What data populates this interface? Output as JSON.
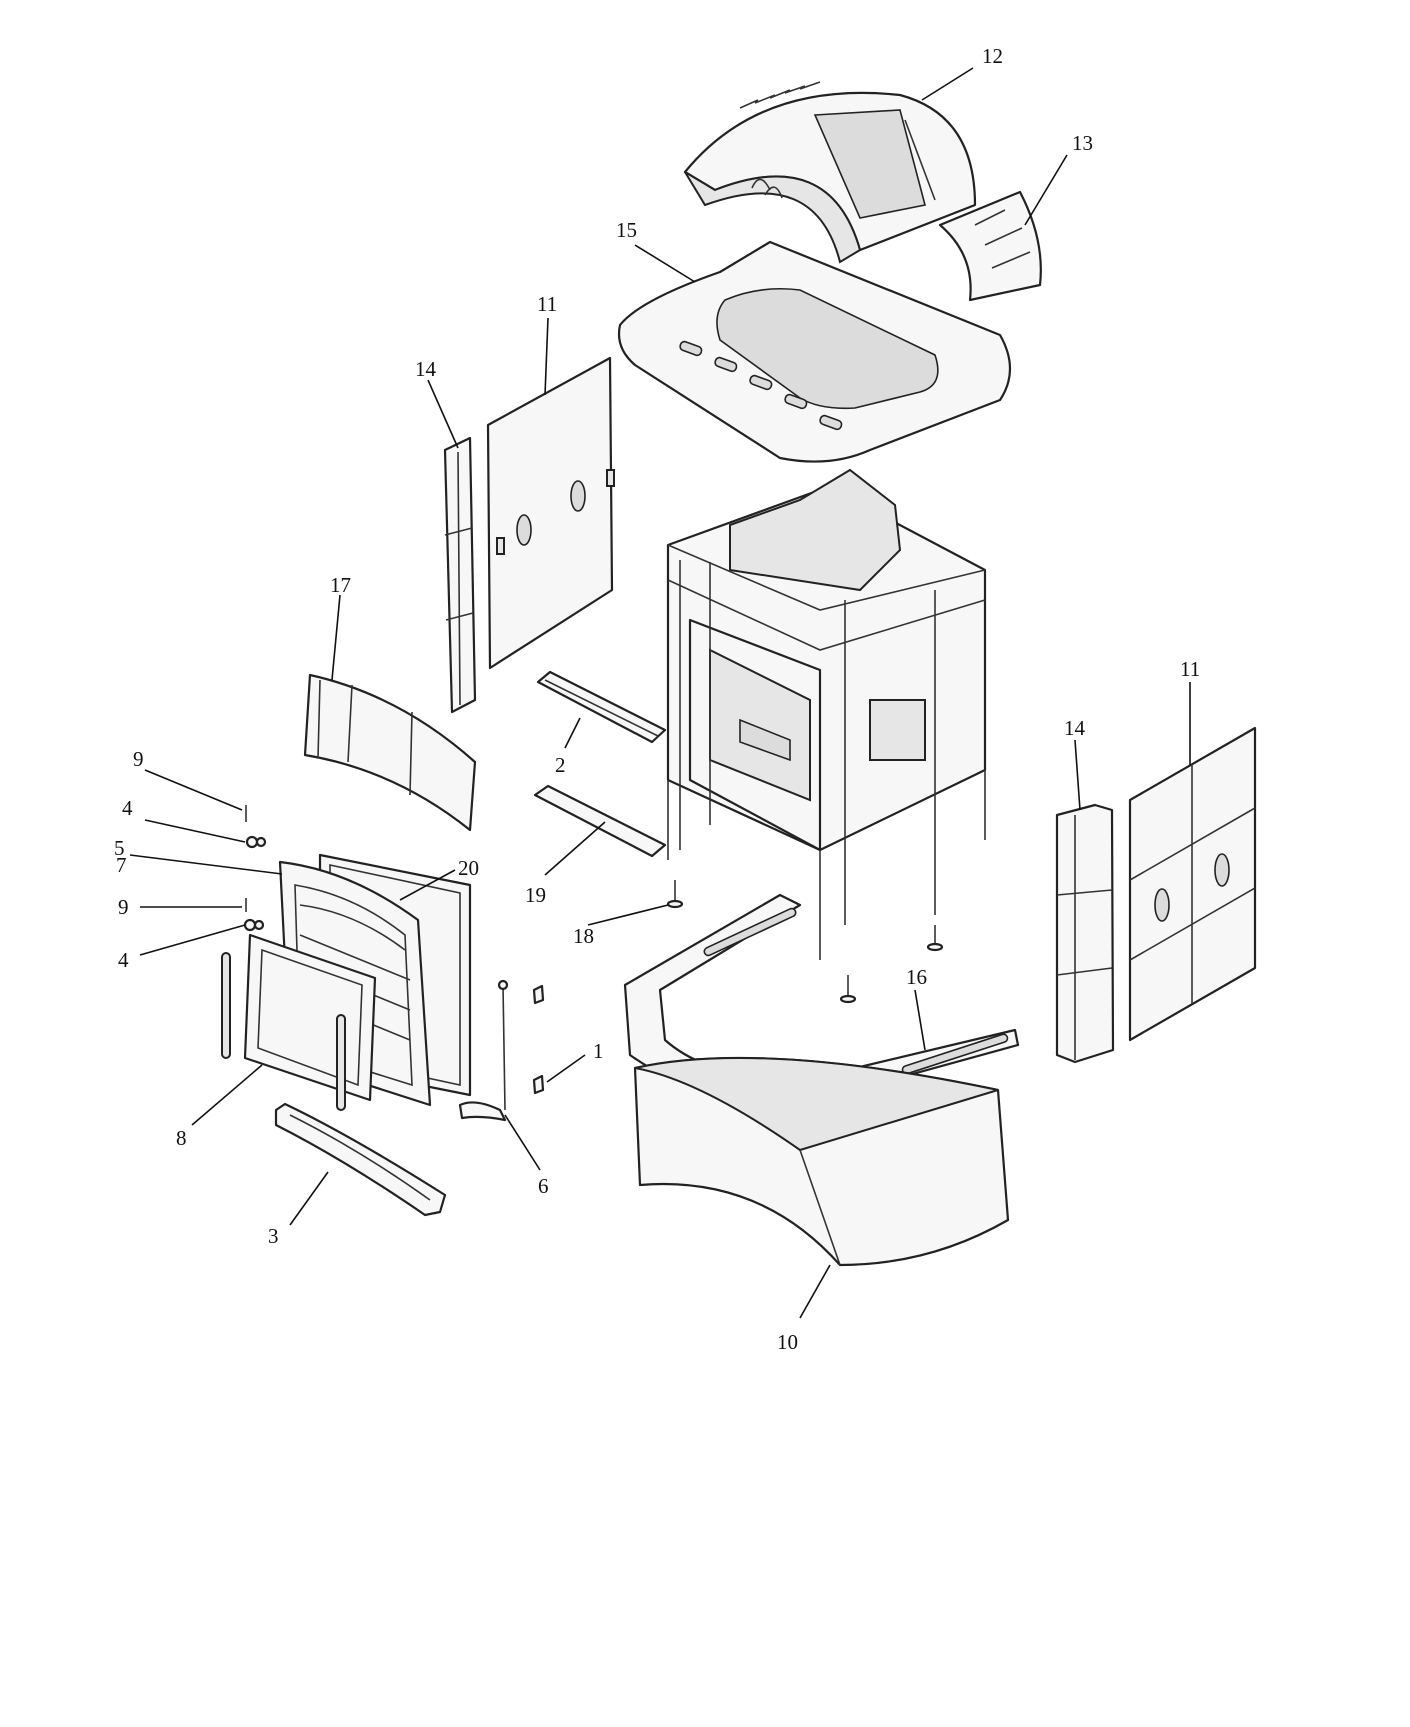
{
  "diagram": {
    "callouts": {
      "c1": "1",
      "c2": "2",
      "c3": "3",
      "c4a": "4",
      "c4b": "4",
      "c5": "5",
      "c6": "6",
      "c7": "7",
      "c8": "8",
      "c9a": "9",
      "c9b": "9",
      "c10": "10",
      "c11a": "11",
      "c11b": "11",
      "c12": "12",
      "c13": "13",
      "c14a": "14",
      "c14b": "14",
      "c15": "15",
      "c16": "16",
      "c17": "17",
      "c18": "18",
      "c19": "19",
      "c20": "20"
    },
    "colors": {
      "line": "#222222",
      "fill": "#f7f7f7",
      "shade": "#e6e6e6",
      "background": "#ffffff"
    }
  }
}
